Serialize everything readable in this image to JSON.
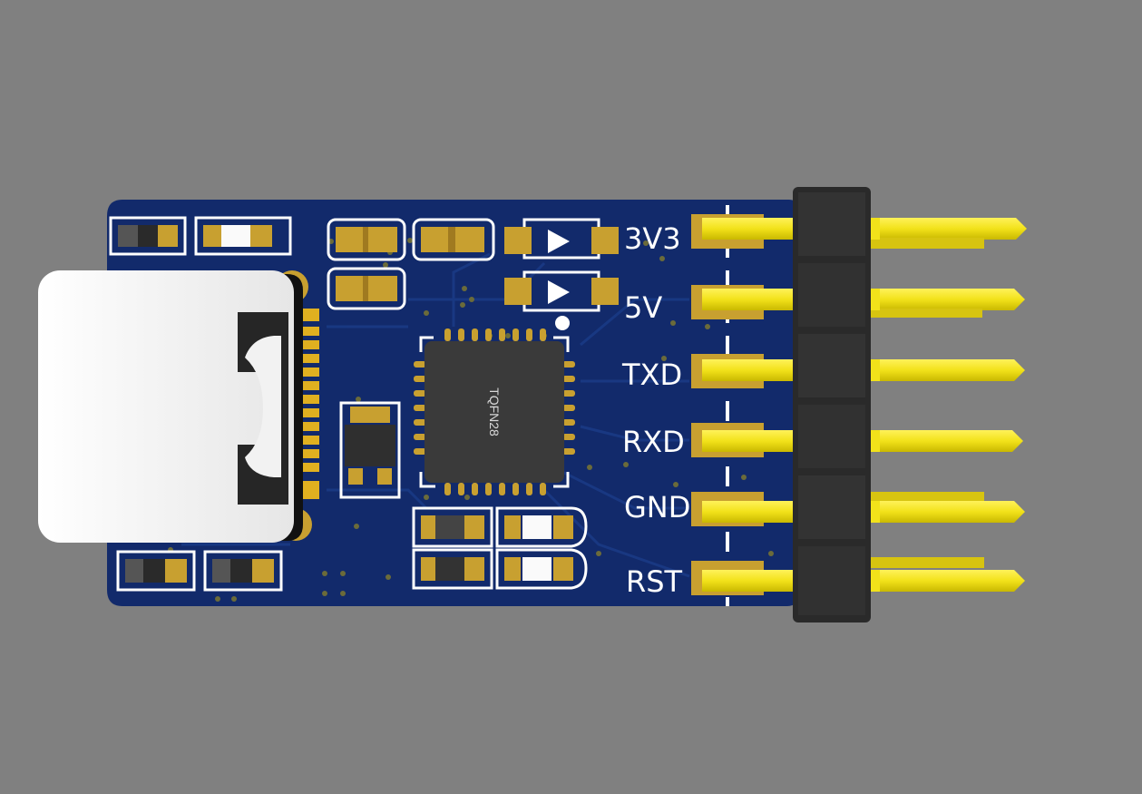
{
  "scene": {
    "title": "",
    "chip_marking": "TQFN28"
  },
  "header": {
    "pins": [
      {
        "label": "3V3"
      },
      {
        "label": "5V"
      },
      {
        "label": "TXD"
      },
      {
        "label": "RXD"
      },
      {
        "label": "GND"
      },
      {
        "label": "RST"
      }
    ]
  },
  "colors": {
    "background": "#808080",
    "pcb": "#122a6b",
    "silkscreen": "#ffffff",
    "pad_gold": "#c8a030",
    "pin_yellow": "#f2e21a",
    "header_body": "#2a2a2a",
    "chip": "#3a3a3a",
    "usb_shell": "#f4f4f4"
  }
}
